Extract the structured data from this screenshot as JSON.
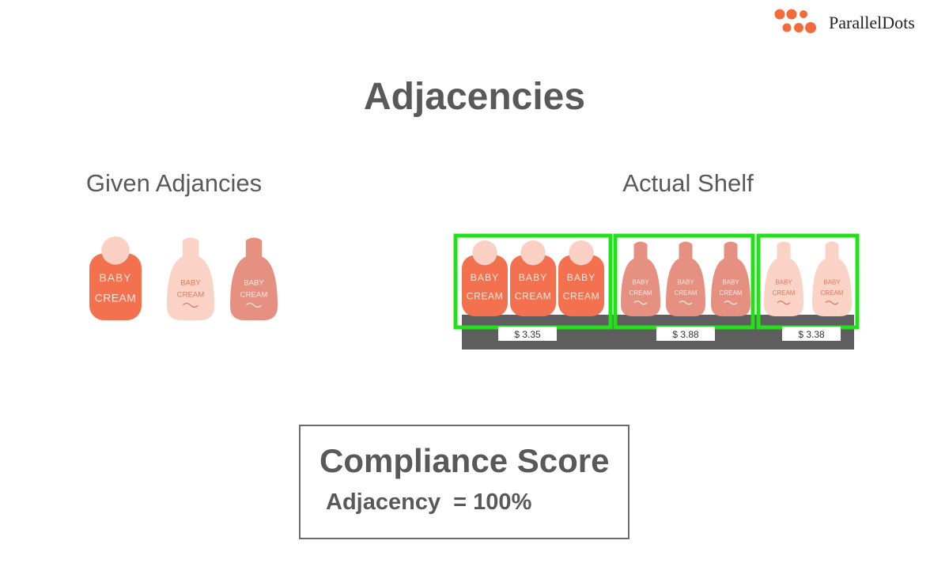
{
  "brand": {
    "name": "ParallelDots",
    "logo_icon": "orange-dots-logo",
    "logo_color": "#f26b3a"
  },
  "title": "Adjacencies",
  "given_section": {
    "label": "Given Adjancies",
    "products": [
      {
        "kind": "round-cap-bottle",
        "line1": "BABY",
        "line2": "CREAM",
        "body_color": "#f4714f",
        "cap_color": "#f9d0c3"
      },
      {
        "kind": "tapered-bottle",
        "line1": "BABY",
        "line2": "CREAM",
        "body_color": "#fbd3c6"
      },
      {
        "kind": "tapered-bottle",
        "line1": "BABY",
        "line2": "CREAM",
        "body_color": "#e59080"
      }
    ]
  },
  "shelf_section": {
    "label": "Actual Shelf",
    "highlight_color": "#22e01a",
    "shelf_color": "#5e5e5e",
    "groups": [
      {
        "product_index": 0,
        "count": 3,
        "price": "$ 3.35"
      },
      {
        "product_index": 2,
        "count": 3,
        "price": "$ 3.88"
      },
      {
        "product_index": 1,
        "count": 2,
        "price": "$ 3.38"
      }
    ]
  },
  "score": {
    "title": "Compliance Score",
    "line": "Adjacency  = 100%"
  }
}
